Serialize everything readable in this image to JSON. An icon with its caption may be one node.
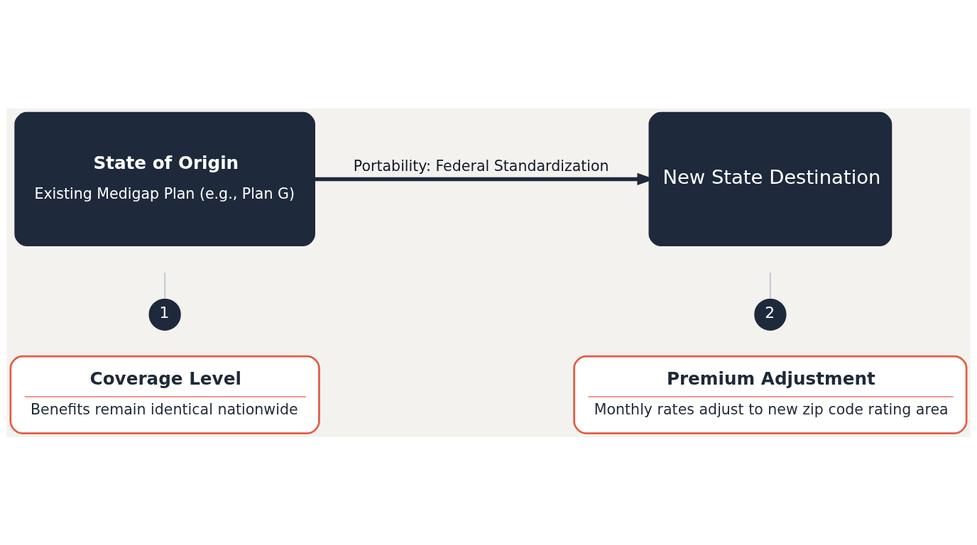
{
  "diagram": {
    "nodes": [
      {
        "text": [
          "State of Origin",
          "Existing Medigap Plan (e.g., Plan G)"
        ]
      },
      {
        "text": [
          "New State Destination"
        ]
      },
      {
        "text": [
          "1"
        ]
      },
      {
        "text": [
          "Coverage Level",
          "Benefits remain identical nationwide"
        ]
      },
      {
        "text": [
          "2"
        ]
      },
      {
        "text": [
          "Premium Adjustment",
          "Monthly rates adjust to new zip code rating area"
        ]
      }
    ],
    "edges": [
      {
        "from": 0,
        "to": 1,
        "arrow": "to",
        "label": "Portability: Federal Standardization",
        "style": "thick",
        "color": "#1e293b"
      },
      {
        "from": null,
        "to": 2,
        "arrow": "none",
        "color": "#c4c9d1"
      },
      {
        "from": null,
        "to": 4,
        "arrow": "none",
        "color": "#c4c9d1"
      }
    ]
  }
}
